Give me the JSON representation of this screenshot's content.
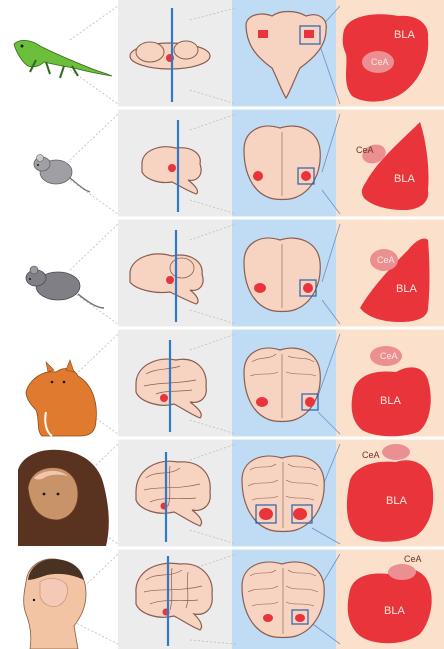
{
  "figure": {
    "colors": {
      "col1_bg": "#ffffff",
      "col2_bg": "#ececec",
      "col3_bg": "#bfdcf4",
      "col4_bg": "#fbe1cc",
      "brain_fill": "#f7d3c1",
      "brain_outline": "#8a5d50",
      "amygdala_red": "#e8343a",
      "cea_pink": "#ec8f92",
      "plane_blue": "#2f79c8",
      "divider": "#ffffff"
    },
    "rows": [
      {
        "species": "lizard",
        "cea_label": "CeA",
        "bla_label": "BLA"
      },
      {
        "species": "mouse",
        "cea_label": "CeA",
        "bla_label": "BLA"
      },
      {
        "species": "rat",
        "cea_label": "CeA",
        "bla_label": "BLA"
      },
      {
        "species": "cat",
        "cea_label": "CeA",
        "bla_label": "BLA"
      },
      {
        "species": "monkey",
        "cea_label": "CeA",
        "bla_label": "BLA"
      },
      {
        "species": "human",
        "cea_label": "CeA",
        "bla_label": "BLA"
      }
    ]
  }
}
